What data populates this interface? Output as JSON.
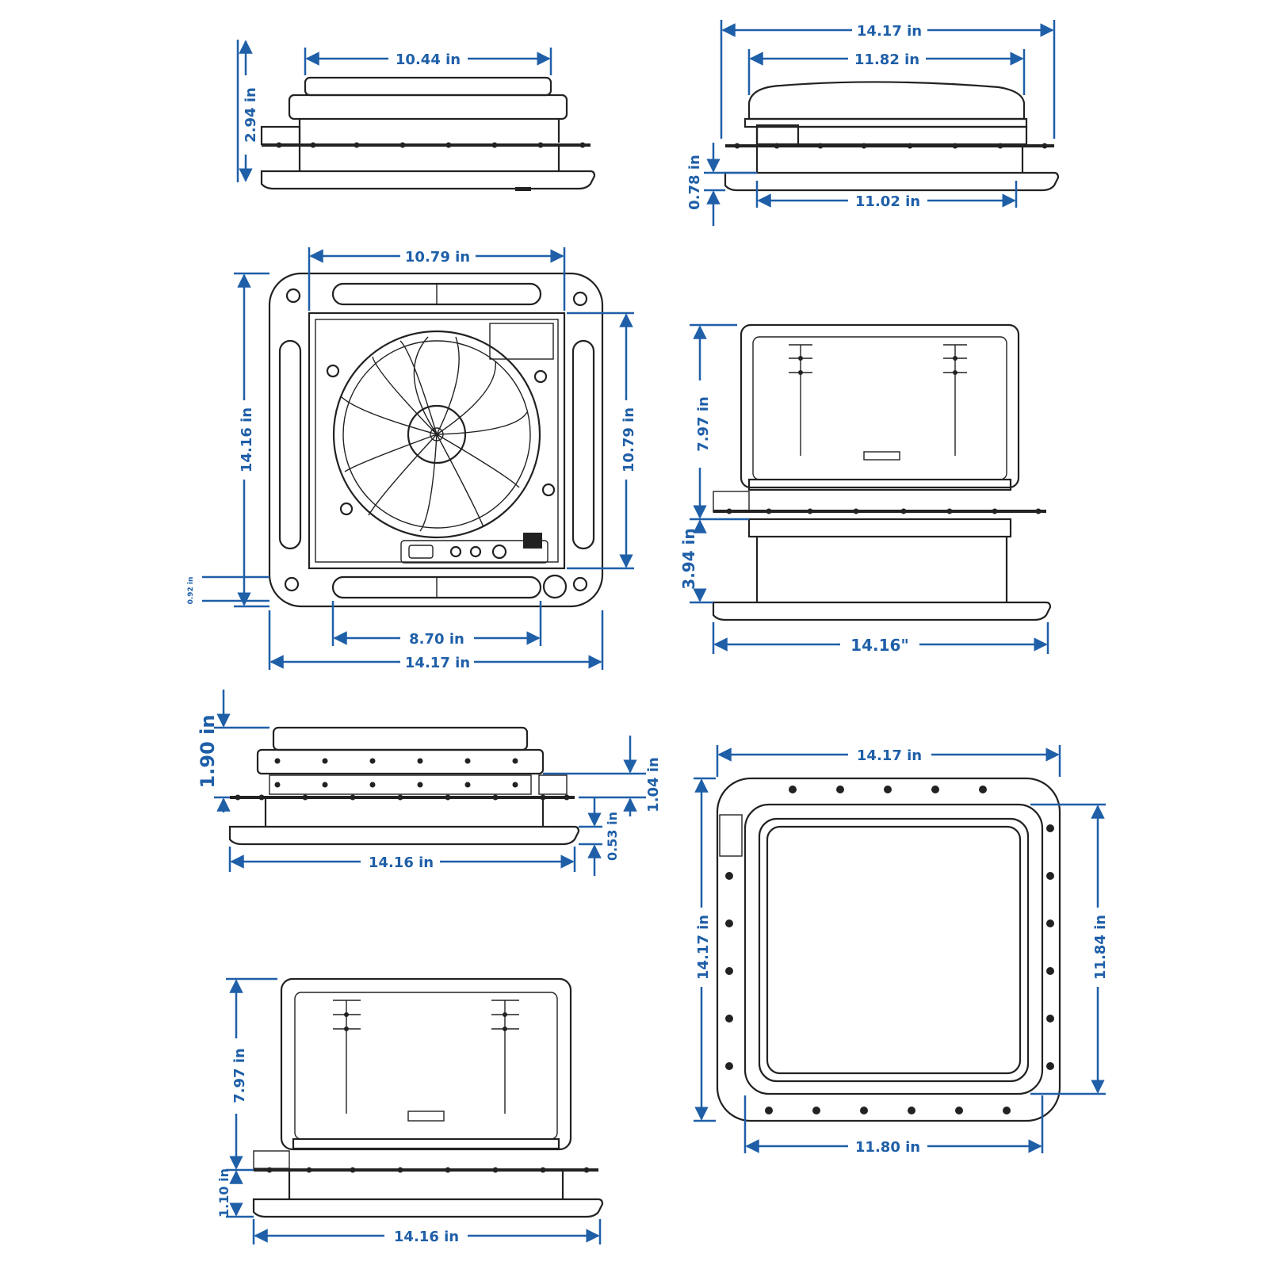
{
  "colors": {
    "dimension": "#1f5fa8",
    "drawing": "#222222",
    "background": "#ffffff"
  },
  "views": {
    "side_view_a": {
      "width": "10.44 in",
      "height": "2.94 in"
    },
    "side_view_b": {
      "overall_width": "14.17 in",
      "lid_width": "11.82 in",
      "flange_height": "0.78 in",
      "base_width": "11.02 in"
    },
    "top_view": {
      "inner_width": "10.79 in",
      "overall_height": "14.16 in",
      "inner_height": "10.79 in",
      "corner_offset": "0.92 in",
      "slot_width": "8.70 in",
      "overall_width": "14.17 in"
    },
    "open_view_a": {
      "lid_height": "7.97 in",
      "base_height": "3.94 in",
      "width": "14.16\""
    },
    "side_view_c": {
      "top_height": "1.90 in",
      "right_height": "1.04 in",
      "flange_height": "0.53 in",
      "width": "14.16 in"
    },
    "bottom_view": {
      "overall_width": "14.17 in",
      "overall_height": "14.17 in",
      "opening_height": "11.84 in",
      "opening_width": "11.80 in"
    },
    "open_view_b": {
      "lid_height": "7.97 in",
      "flange_height": "1.10 in",
      "width": "14.16 in"
    }
  }
}
